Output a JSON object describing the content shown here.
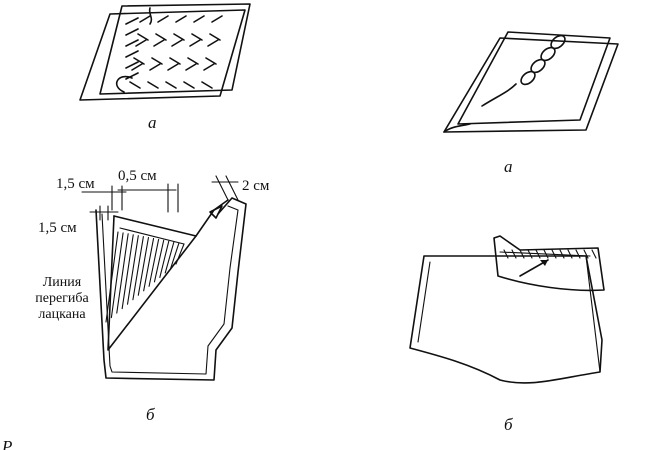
{
  "figures": {
    "top_left": {
      "caption": "а"
    },
    "top_right": {
      "caption": "а"
    },
    "bottom_left": {
      "caption": "б",
      "dim_left": "1,5 см",
      "dim_lower_left": "1,5 см",
      "dim_middle": "0,5 см",
      "dim_right": "2 см",
      "fold_label": [
        "Линия",
        "перегиба",
        "лацкана"
      ]
    },
    "bottom_right": {
      "caption": "б"
    }
  },
  "page_fragment": "Р"
}
